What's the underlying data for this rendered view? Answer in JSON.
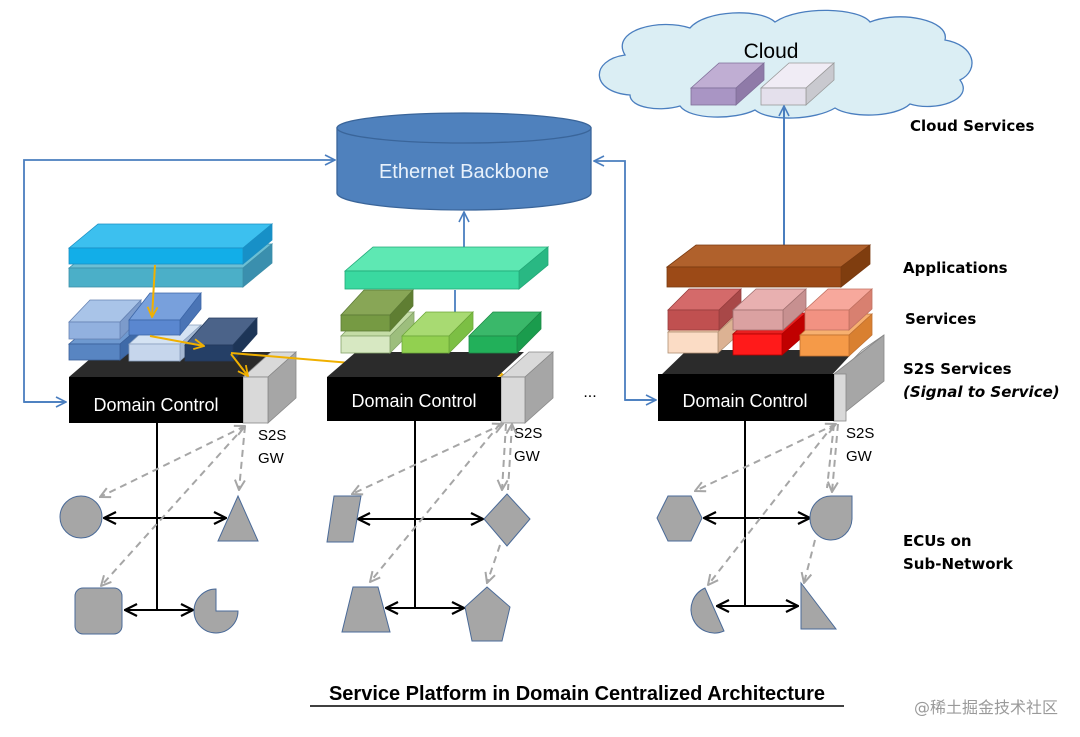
{
  "title": "Service Platform in Domain Centralized Architecture",
  "watermark": "@稀土掘金技术社区",
  "cloud": {
    "label": "Cloud"
  },
  "backbone": {
    "label": "Ethernet Backbone"
  },
  "domains": [
    {
      "label": "Domain Control",
      "gw_line1": "S2S",
      "gw_line2": "GW"
    },
    {
      "label": "Domain Control",
      "gw_line1": "S2S",
      "gw_line2": "GW"
    },
    {
      "label": "Domain Control",
      "gw_line1": "S2S",
      "gw_line2": "GW"
    }
  ],
  "ellipsis": "...",
  "legend": {
    "cloud_services": "Cloud Services",
    "applications": "Applications",
    "services": "Services",
    "s2s_services": "S2S Services",
    "s2s_subtitle": "(Signal to Service)",
    "ecus_line1": "ECUs on",
    "ecus_line2": "Sub-Network"
  },
  "colors": {
    "link_blue": "#4a7ebf",
    "backbone_fill": "#4f81bd",
    "cloud_fill": "#dbeef4",
    "ecu_fill": "#a6a6a6",
    "signal_arrow": "#f0b000",
    "dashed_gray": "#a6a6a6"
  }
}
